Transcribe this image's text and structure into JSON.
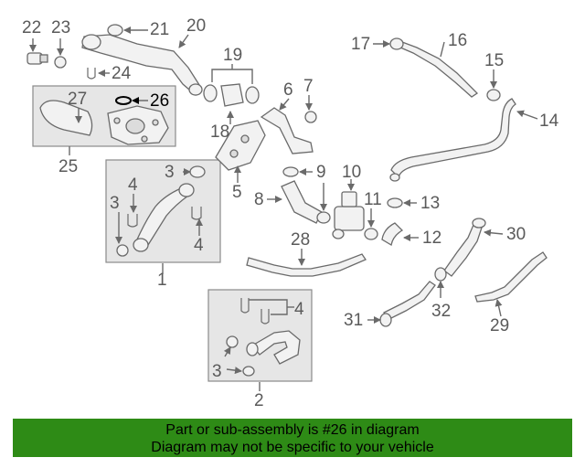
{
  "callouts": {
    "c1": "1",
    "c2": "2",
    "c3a": "3",
    "c3b": "3",
    "c3c": "3",
    "c4a": "4",
    "c4b": "4",
    "c4c": "4",
    "c5": "5",
    "c6": "6",
    "c7": "7",
    "c8": "8",
    "c9": "9",
    "c10": "10",
    "c11": "11",
    "c12": "12",
    "c13": "13",
    "c14": "14",
    "c15": "15",
    "c16": "16",
    "c17": "17",
    "c18": "18",
    "c19": "19",
    "c20": "20",
    "c21": "21",
    "c22": "22",
    "c23": "23",
    "c24": "24",
    "c25": "25",
    "c26": "26",
    "c27": "27",
    "c28": "28",
    "c29": "29",
    "c30": "30",
    "c31": "31",
    "c32": "32"
  },
  "highlighted_part": "26",
  "footer": {
    "line1": "Part or sub-assembly is #26 in diagram",
    "line2": "Diagram may not be specific to your vehicle"
  },
  "colors": {
    "footer_bg": "#2e8b16",
    "line": "#6a6a6a",
    "box": "#e6e6e6"
  }
}
